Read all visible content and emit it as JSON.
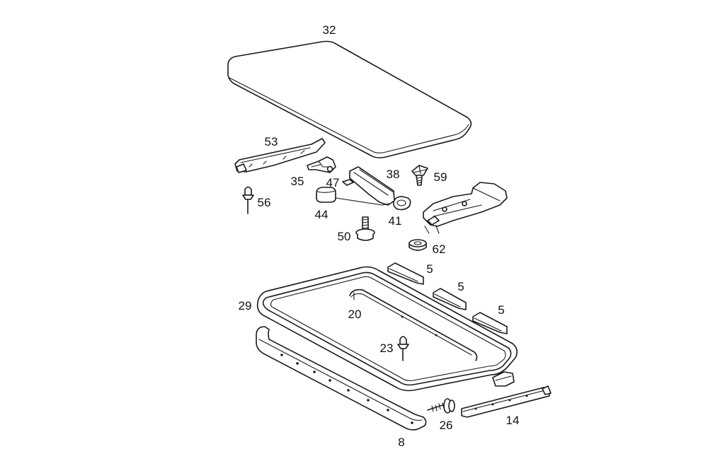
{
  "diagram": {
    "callouts": {
      "c32": "32",
      "c53": "53",
      "c35": "35",
      "c47": "47",
      "c38": "38",
      "c59": "59",
      "c56": "56",
      "c44": "44",
      "c41": "41",
      "c50": "50",
      "c62": "62",
      "c5a": "5",
      "c5b": "5",
      "c5c": "5",
      "c29": "29",
      "c20": "20",
      "c23": "23",
      "c26": "26",
      "c14": "14",
      "c8": "8"
    }
  }
}
